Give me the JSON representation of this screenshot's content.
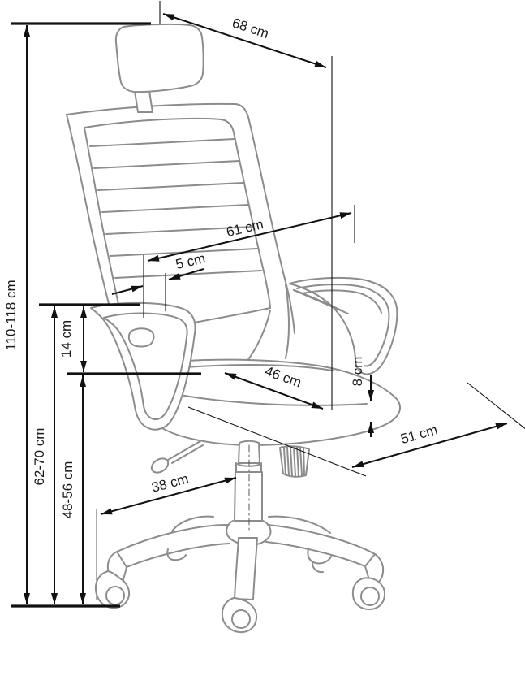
{
  "diagram": {
    "title": "Office chair dimensional drawing",
    "unit": "cm",
    "colors": {
      "drawing_line": "#8c8c8c",
      "annotation": "#1a1a1a",
      "background": "#ffffff"
    },
    "dimensions": {
      "overall_height": "110-118 cm",
      "headrest_span": "68 cm",
      "backrest_width": "61 cm",
      "frame_offset": "5 cm",
      "armrest_above_seat": "14 cm",
      "armrest_height": "62-70 cm",
      "seat_height": "48-56 cm",
      "seat_width": "46 cm",
      "seat_thickness": "8 cm",
      "seat_depth": "51 cm",
      "base_reach": "38 cm"
    }
  }
}
